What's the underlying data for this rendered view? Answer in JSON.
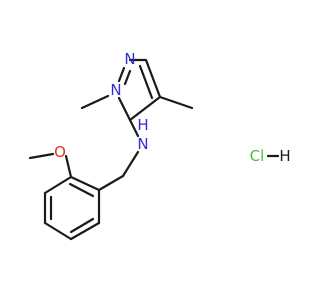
{
  "molecule": {
    "atoms": {
      "pyrazole_n2": {
        "label": "N",
        "color": "#2f2fd6"
      },
      "pyrazole_n1": {
        "label": "N",
        "color": "#2f2fd6"
      },
      "amine_n": {
        "label": "N",
        "color": "#2f2fd6"
      },
      "amine_h": {
        "label": "H",
        "color": "#2f2fd6"
      },
      "methoxy_o": {
        "label": "O",
        "color": "#e8301e"
      }
    },
    "salt": {
      "label": "Cl",
      "hydrogen": "H",
      "color": "#3fbf3f"
    },
    "bond_color": "#1a1a1a"
  }
}
